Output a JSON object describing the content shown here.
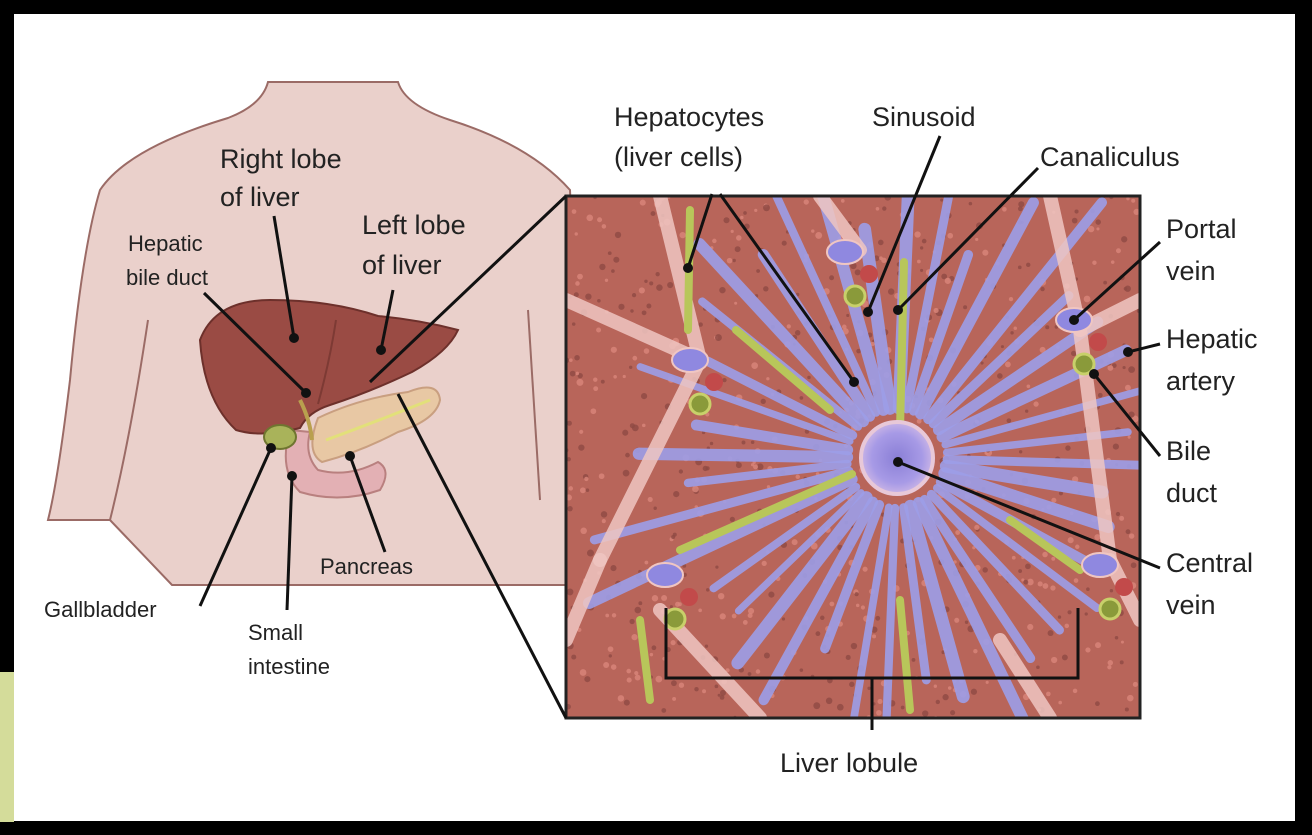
{
  "colors": {
    "frame": "#000000",
    "background": "#ffffff",
    "accent_bar": "#d4dc9a",
    "body_skin": "#ead0cb",
    "body_outline": "#9b6b66",
    "liver": "#9a4b44",
    "pancreas": "#e8c8a4",
    "lobule_base": "#b8655a",
    "sinusoid": "#9d9ee8",
    "canaliculus": "#b8c65a",
    "text": "#222222"
  },
  "labels": {
    "right_lobe": [
      "Right lobe",
      "of liver"
    ],
    "left_lobe": [
      "Left lobe",
      "of liver"
    ],
    "hepatic_bile_duct": [
      "Hepatic",
      "bile duct"
    ],
    "gallbladder": [
      "Gallbladder"
    ],
    "small_intestine": [
      "Small",
      "intestine"
    ],
    "pancreas": [
      "Pancreas"
    ],
    "hepatocytes": [
      "Hepatocytes",
      "(liver cells)"
    ],
    "sinusoid": [
      "Sinusoid"
    ],
    "canaliculus": [
      "Canaliculus"
    ],
    "portal_vein": [
      "Portal",
      "vein"
    ],
    "hepatic_artery": [
      "Hepatic",
      "artery"
    ],
    "bile_duct": [
      "Bile",
      "duct"
    ],
    "central_vein": [
      "Central",
      "vein"
    ],
    "liver_lobule": [
      "Liver lobule"
    ]
  }
}
